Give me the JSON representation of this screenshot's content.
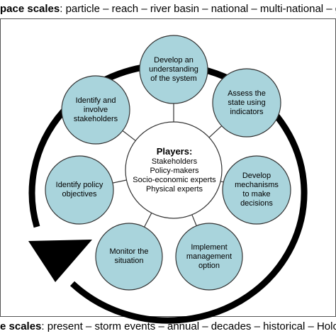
{
  "space_scales": {
    "label": "pace scales",
    "values": "particle – reach – river basin – national – multi-national – glo"
  },
  "time_scales": {
    "label": "e scales",
    "values": "present – storm events – annual – decades – historical – Holoc"
  },
  "center": {
    "title": "Players:",
    "lines": [
      "Stakeholders",
      "Policy-makers",
      "Socio-economic experts",
      "Physical experts"
    ]
  },
  "nodes": [
    {
      "id": "develop-understanding",
      "text": "Develop an understanding of the system"
    },
    {
      "id": "assess-state",
      "text": "Assess the state using indicators"
    },
    {
      "id": "develop-mechanisms",
      "text": "Develop mechanisms to make decisions"
    },
    {
      "id": "implement-management",
      "text": "Implement management option"
    },
    {
      "id": "monitor-situation",
      "text": "Monitor the situation"
    },
    {
      "id": "identify-policy",
      "text": "Identify policy objectives"
    },
    {
      "id": "identify-stakeholders",
      "text": "Identify and involve stakeholders"
    }
  ],
  "colors": {
    "node_fill": "#a9d4dc",
    "node_stroke": "#333333",
    "center_fill": "#ffffff",
    "cycle_arrow": "#000000"
  }
}
